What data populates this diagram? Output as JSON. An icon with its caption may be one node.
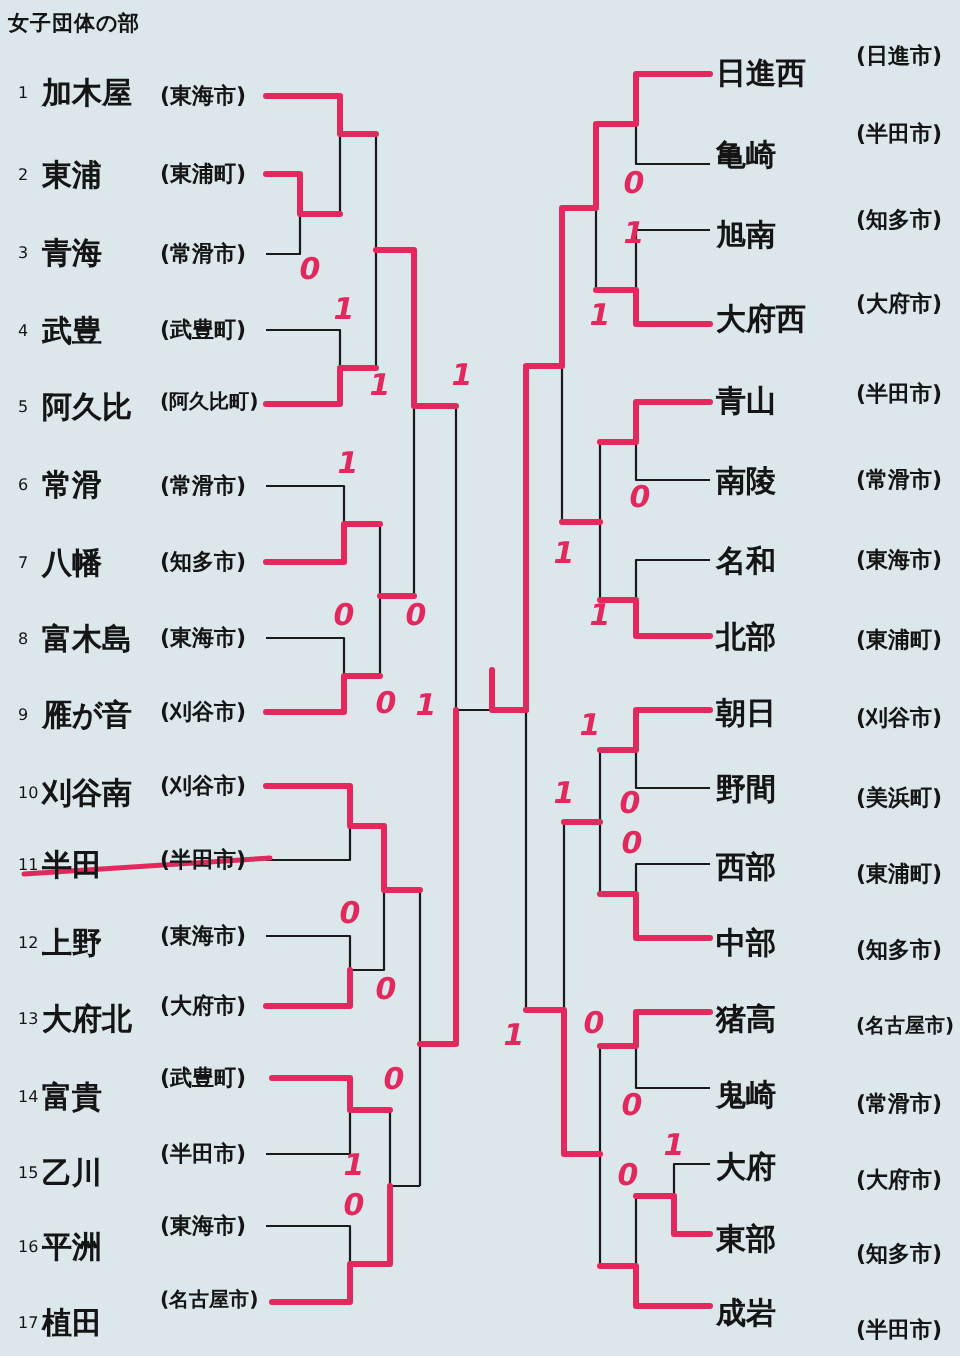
{
  "diagram": {
    "title": "女子団体の部",
    "labels": [
      "1",
      "加木屋",
      "(東海市)",
      "2",
      "東浦",
      "(東浦町)",
      "3",
      "青海",
      "(常滑市)",
      "4",
      "武豊",
      "(武豊町)",
      "5",
      "阿久比",
      "(阿久比町)",
      "6",
      "常滑",
      "(常滑市)",
      "7",
      "八幡",
      "(知多市)",
      "8",
      "富木島",
      "(東海市)",
      "9",
      "雁が音",
      "(刈谷市)",
      "10",
      "刈谷南",
      "(刈谷市)",
      "11",
      "半田",
      "(半田市)",
      "12",
      "上野",
      "(東海市)",
      "13",
      "大府北",
      "(大府市)",
      "14",
      "富貴",
      "(武豊町)",
      "15",
      "乙川",
      "(半田市)",
      "16",
      "平洲",
      "(東海市)",
      "17",
      "植田",
      "(名古屋市)",
      "0",
      "1",
      "1",
      "1",
      "1",
      "0",
      "0",
      "0",
      "1",
      "0",
      "0",
      "0",
      "1",
      "0",
      "日進西",
      "(日進市)",
      "亀崎",
      "(半田市)",
      "旭南",
      "(知多市)",
      "大府西",
      "(大府市)",
      "青山",
      "(半田市)",
      "南陵",
      "(常滑市)",
      "名和",
      "(東海市)",
      "北部",
      "(東浦町)",
      "朝日",
      "(刈谷市)",
      "野間",
      "(美浜町)",
      "西部",
      "(東浦町)",
      "中部",
      "(知多市)",
      "猪高",
      "(名古屋市)",
      "鬼崎",
      "(常滑市)",
      "大府",
      "(大府市)",
      "東部",
      "(知多市)",
      "成岩",
      "(半田市)",
      "0",
      "1",
      "1",
      "0",
      "1",
      "1",
      "1",
      "1",
      "0",
      "0",
      "0",
      "1",
      "0",
      "1",
      "0"
    ]
  }
}
